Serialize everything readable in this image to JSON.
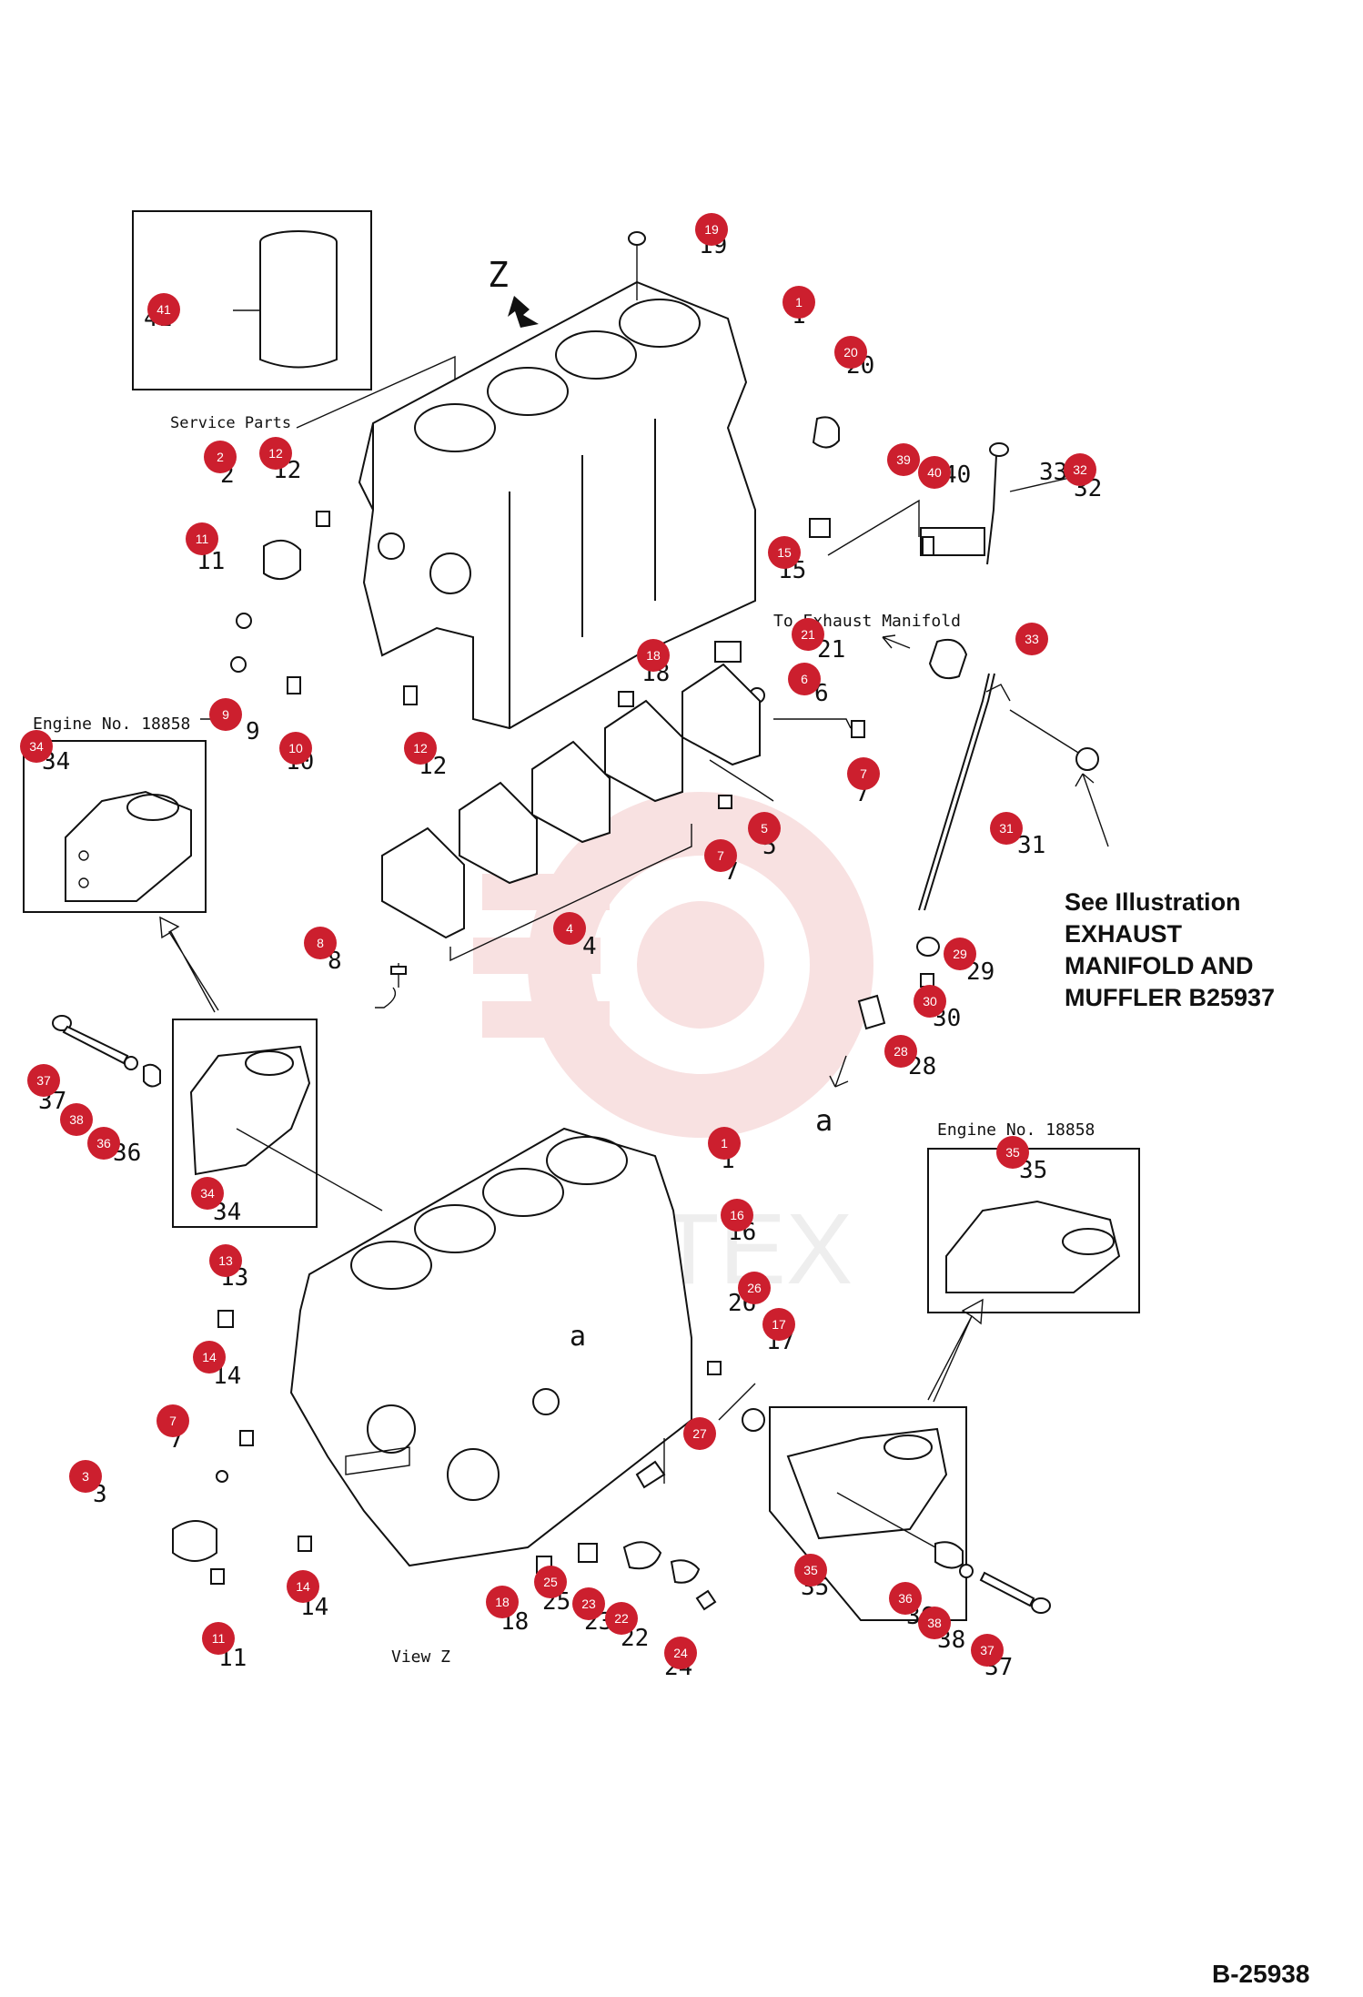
{
  "colors": {
    "callout": "#cc1f2e",
    "ink": "#111111",
    "watermark": "#f3c9c9"
  },
  "labels": {
    "service_parts": "Service  Parts",
    "z_marker": "Z",
    "engine_no_left": "Engine No. 18858",
    "engine_no_right": "Engine No. 18858",
    "to_exhaust": "To  Exhaust  Manifold",
    "a_marker_top": "a",
    "a_marker_bottom": "a",
    "view_z": "View  Z",
    "watermark": "WHTEX"
  },
  "see_note": [
    "See Illustration",
    "EXHAUST",
    "MANIFOLD AND",
    "MUFFLER B25937"
  ],
  "figure_id": "B-25938",
  "callouts": [
    "19",
    "1",
    "20",
    "41",
    "12",
    "2",
    "11",
    "39",
    "40",
    "32",
    "15",
    "21",
    "6",
    "18",
    "9",
    "10",
    "12",
    "33",
    "7",
    "5",
    "7",
    "4",
    "31",
    "34",
    "8",
    "29",
    "30",
    "28",
    "37",
    "38",
    "36",
    "34",
    "1",
    "16",
    "26",
    "17",
    "13",
    "14",
    "7",
    "27",
    "3",
    "25",
    "18",
    "23",
    "22",
    "24",
    "36",
    "38",
    "37",
    "14",
    "11",
    "35",
    "35"
  ],
  "ghost_numbers": [
    "19",
    "1",
    "20",
    "41",
    "12",
    "2",
    "11",
    "40",
    "32",
    "15",
    "21",
    "6",
    "18",
    "9",
    "10",
    "12",
    "33",
    "7",
    "5",
    "7",
    "4",
    "31",
    "34",
    "8",
    "29",
    "30",
    "28",
    "37",
    "36",
    "34",
    "1",
    "16",
    "26",
    "17",
    "13",
    "14",
    "7",
    "3",
    "25",
    "18",
    "23",
    "22",
    "24",
    "36",
    "38",
    "37",
    "14",
    "11",
    "35",
    "35"
  ]
}
